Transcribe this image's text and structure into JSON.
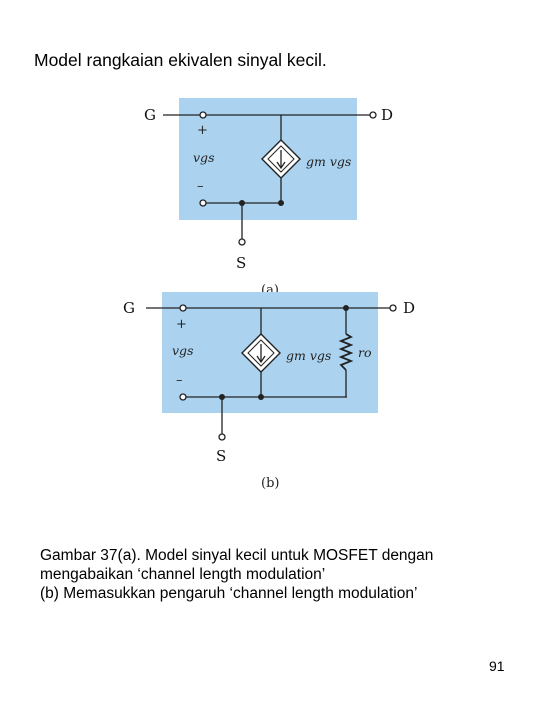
{
  "title": "Model rangkaian ekivalen sinyal kecil.",
  "figure_a": {
    "label_gate": "G",
    "label_drain": "D",
    "label_source": "S",
    "label_plus": "+",
    "label_minus": "–",
    "label_vgs": "vgs",
    "label_source_expr": "gm vgs",
    "sublabel": "(a)"
  },
  "figure_b": {
    "label_gate": "G",
    "label_drain": "D",
    "label_source": "S",
    "label_plus": "+",
    "label_minus": "–",
    "label_vgs": "vgs",
    "label_source_expr": "gm vgs",
    "label_ro": "ro",
    "sublabel": "(b)"
  },
  "caption": {
    "line1": "Gambar 37(a). Model sinyal kecil untuk MOSFET dengan",
    "line2": "mengabaikan ‘channel length modulation’",
    "line3": "(b) Memasukkan pengaruh ‘channel length modulation’"
  },
  "page_number": "91",
  "colors": {
    "panel": "#abd3f0",
    "wire": "#222222"
  }
}
